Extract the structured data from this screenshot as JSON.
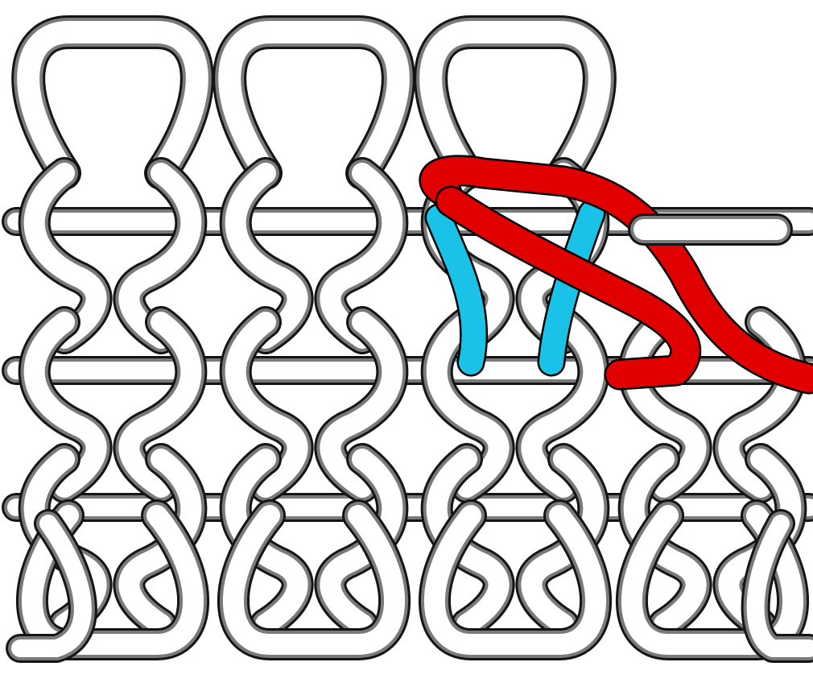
{
  "diagram": {
    "kind": "knitted-fabric-cable-crossing",
    "background": "#ffffff",
    "colors": {
      "yarn_fill": "#ffffff",
      "yarn_outline": "#141414",
      "yarn_inner_line": "#7a7a7a",
      "highlight_front": "#e00000",
      "highlight_back": "#19c2e6"
    },
    "stitch_columns": 4,
    "stitch_rows": 3,
    "components": [
      {
        "name": "top-loop-row",
        "role": "upper loops of the top course"
      },
      {
        "name": "course-rows",
        "role": "interlocked stitch courses"
      },
      {
        "name": "bottom-loop-row",
        "role": "lower loops of the bottom course"
      },
      {
        "name": "crossed-stitch-front",
        "color": "highlight_front"
      },
      {
        "name": "crossed-stitch-back",
        "color": "highlight_back"
      },
      {
        "name": "loose-yarn-end",
        "role": "working yarn exiting right"
      }
    ]
  }
}
